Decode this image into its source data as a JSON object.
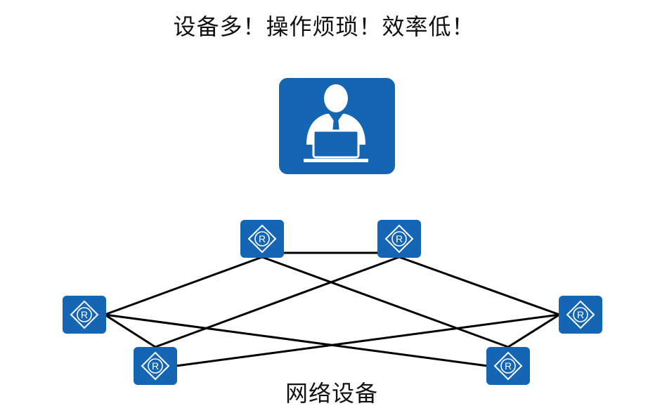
{
  "title": "设备多！操作烦琐！效率低！",
  "caption": "网络设备",
  "colors": {
    "icon_fill": "#1565b5",
    "link": "#000000",
    "icon_glyph": "#ffffff"
  },
  "icons": {
    "admin": "administrator-with-laptop-icon",
    "device": "router-icon"
  },
  "router_label": "R",
  "devices": [
    {
      "id": "r1",
      "label": "R"
    },
    {
      "id": "r2",
      "label": "R"
    },
    {
      "id": "r3",
      "label": "R"
    },
    {
      "id": "r4",
      "label": "R"
    },
    {
      "id": "r5",
      "label": "R"
    },
    {
      "id": "r6",
      "label": "R"
    }
  ],
  "links": [
    [
      "r1",
      "r2"
    ],
    [
      "r1",
      "r3"
    ],
    [
      "r1",
      "r6"
    ],
    [
      "r2",
      "r4"
    ],
    [
      "r2",
      "r5"
    ],
    [
      "r3",
      "r5"
    ],
    [
      "r3",
      "r6"
    ],
    [
      "r4",
      "r5"
    ],
    [
      "r4",
      "r6"
    ]
  ]
}
